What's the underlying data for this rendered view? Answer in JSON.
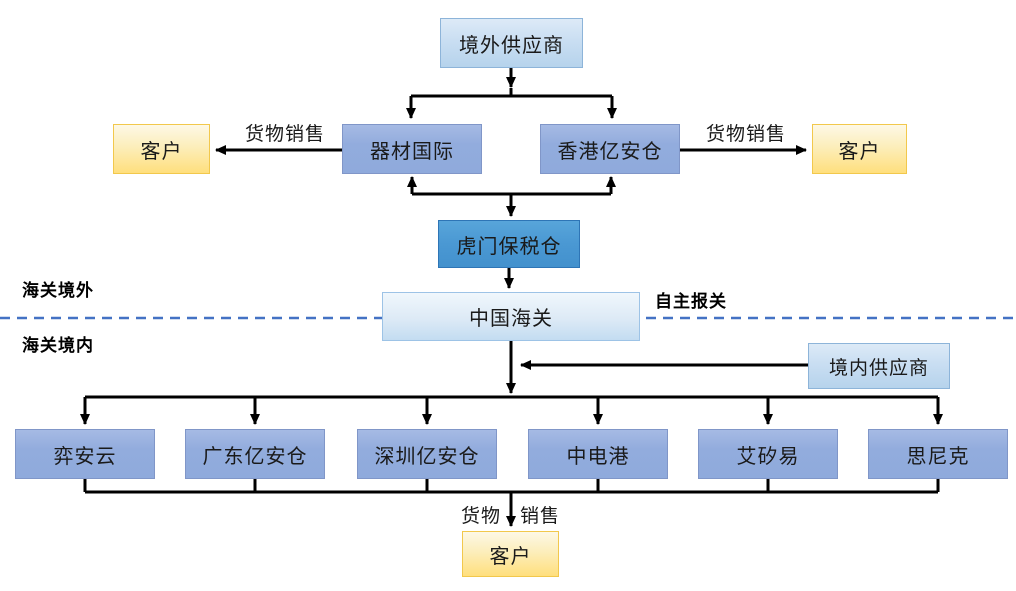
{
  "diagram": {
    "nodes": {
      "overseas_supplier": "境外供应商",
      "equipment_intl": "器材国际",
      "hk_yian_warehouse": "香港亿安仓",
      "customer_left": "客户",
      "customer_right": "客户",
      "humen_bonded_warehouse": "虎门保税仓",
      "china_customs": "中国海关",
      "domestic_supplier": "境内供应商",
      "distributors": [
        "弈安云",
        "广东亿安仓",
        "深圳亿安仓",
        "中电港",
        "艾矽易",
        "思尼克"
      ],
      "customer_bottom": "客户"
    },
    "edge_labels": {
      "goods_sales_left": "货物销售",
      "goods_sales_right": "货物销售",
      "goods_sales_bottom_part1": "货物",
      "goods_sales_bottom_part2": "销售"
    },
    "region_labels": {
      "customs_outside": "海关境外",
      "customs_inside": "海关境内",
      "self_declaration": "自主报关"
    },
    "colors": {
      "light_blue_fill": "#c9def2",
      "light_blue_border": "#8db4d9",
      "pale_blue_fill": "#ddeaf6",
      "purple_fill": "#8faadc",
      "purple_border": "#8096c8",
      "medium_blue_fill": "#4a98d3",
      "medium_blue_border": "#2e75b6",
      "yellow_fill": "#ffdf7d",
      "yellow_border": "#f2c84c",
      "boundary_dash": "#4472c4",
      "connector": "#000000"
    }
  }
}
